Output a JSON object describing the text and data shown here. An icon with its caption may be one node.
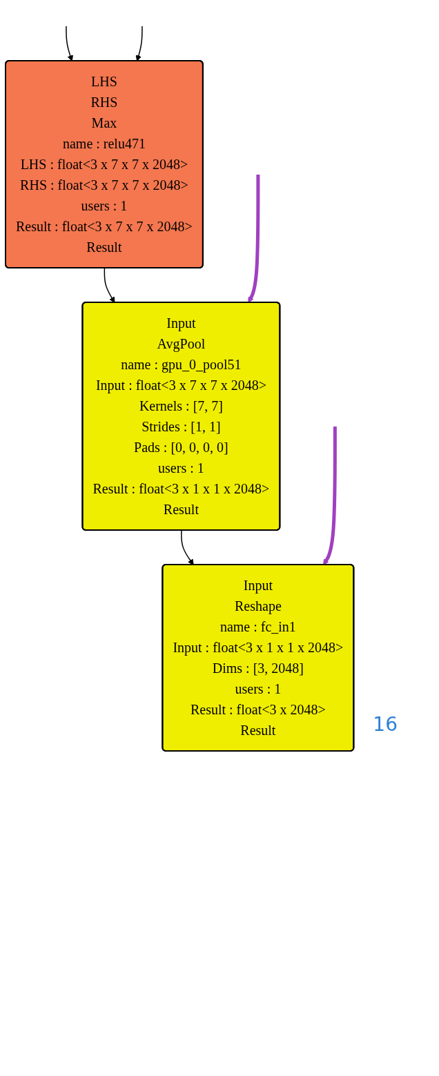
{
  "diagram": {
    "nodes": [
      {
        "text": [
          "LHS",
          "RHS",
          "Max",
          "name : relu471",
          "LHS : float<3 x 7 x 7 x 2048>",
          "RHS : float<3 x 7 x 7 x 2048>",
          "users : 1",
          "Result : float<3 x 7 x 7 x 2048>",
          "Result"
        ]
      },
      {
        "text": [
          "Input",
          "AvgPool",
          "name : gpu_0_pool51",
          "Input : float<3 x 7 x 7 x 2048>",
          "Kernels : [7, 7]",
          "Strides : [1, 1]",
          "Pads : [0, 0, 0, 0]",
          "users : 1",
          "Result : float<3 x 1 x 1 x 2048>",
          "Result"
        ]
      },
      {
        "text": [
          "Input",
          "Reshape",
          "name : fc_in1",
          "Input : float<3 x 1 x 1 x 2048>",
          "Dims : [3, 2048]",
          "users : 1",
          "Result : float<3 x 2048>",
          "Result"
        ]
      }
    ],
    "edges": [
      {
        "from": null,
        "to": 0,
        "arrow": "to"
      },
      {
        "from": null,
        "to": 0,
        "arrow": "to"
      },
      {
        "from": 0,
        "to": 1,
        "arrow": "to"
      },
      {
        "from": null,
        "to": 1,
        "arrow": "to",
        "style": "thick",
        "color": "#a040c0"
      },
      {
        "from": 1,
        "to": 2,
        "arrow": "to"
      },
      {
        "from": null,
        "to": 2,
        "arrow": "to",
        "style": "thick",
        "color": "#a040c0"
      }
    ],
    "labels": [
      "16"
    ]
  }
}
